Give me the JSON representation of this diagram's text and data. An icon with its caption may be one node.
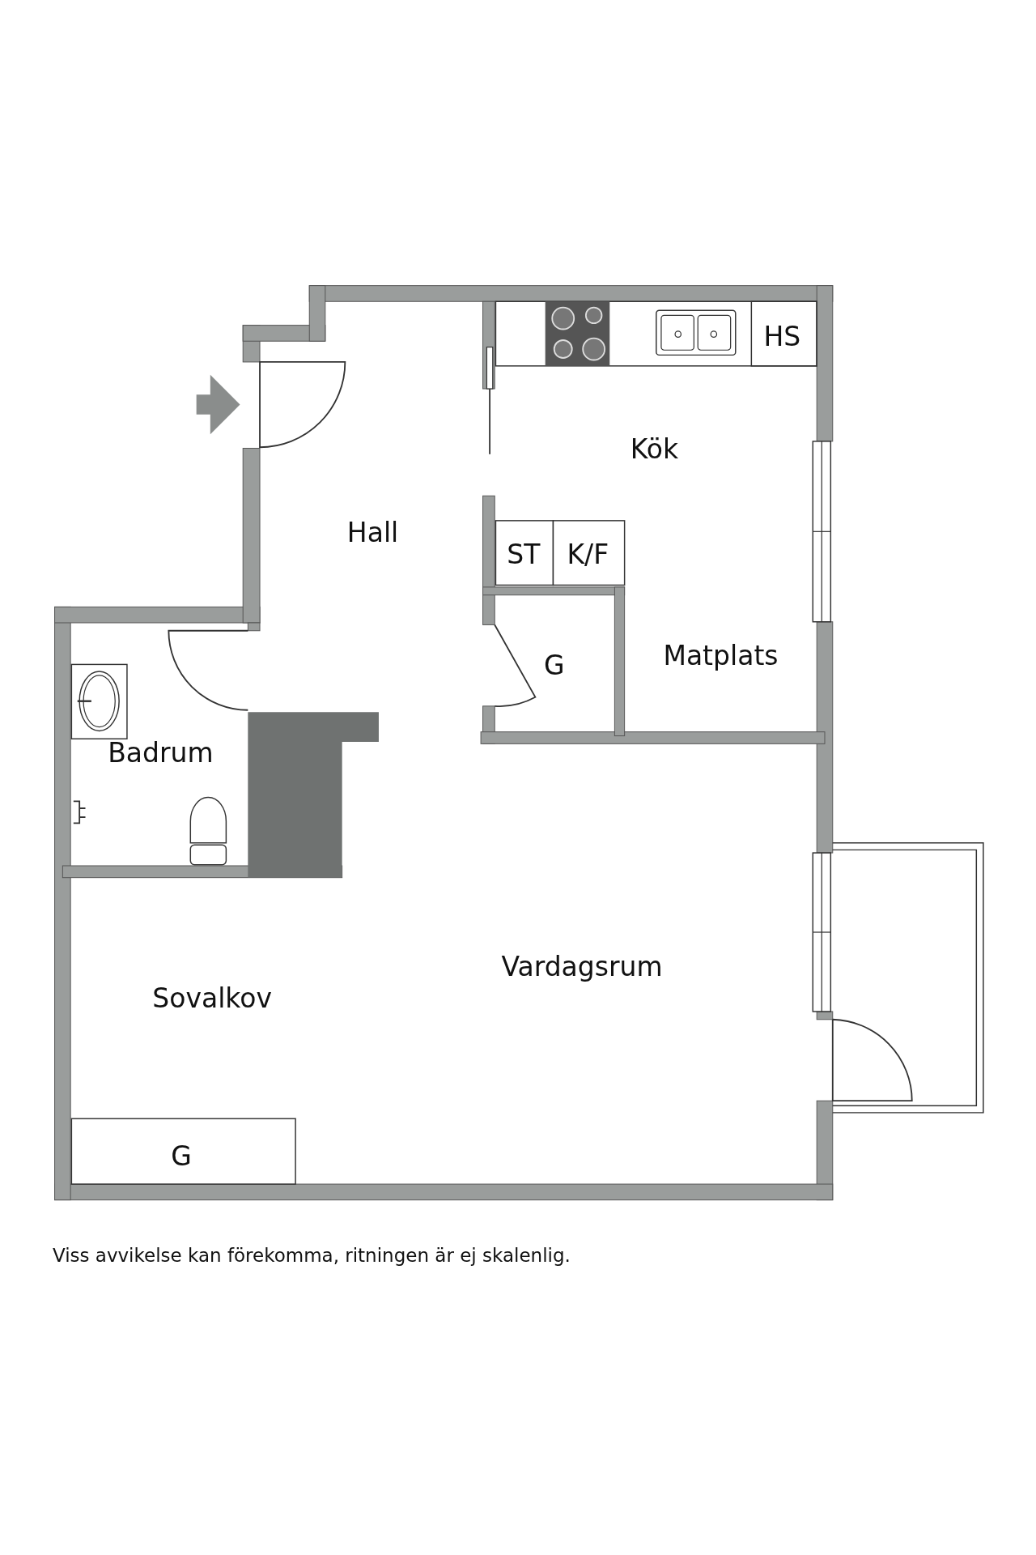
{
  "diagram": {
    "caption": "Viss avvikelse kan förekomma, ritningen är ej skalenlig.",
    "labels": [
      "HS",
      "Kök",
      "Hall",
      "ST",
      "K/F",
      "G",
      "Matplats",
      "Badrum",
      "Vardagsrum",
      "Sovalkov",
      "G"
    ]
  }
}
